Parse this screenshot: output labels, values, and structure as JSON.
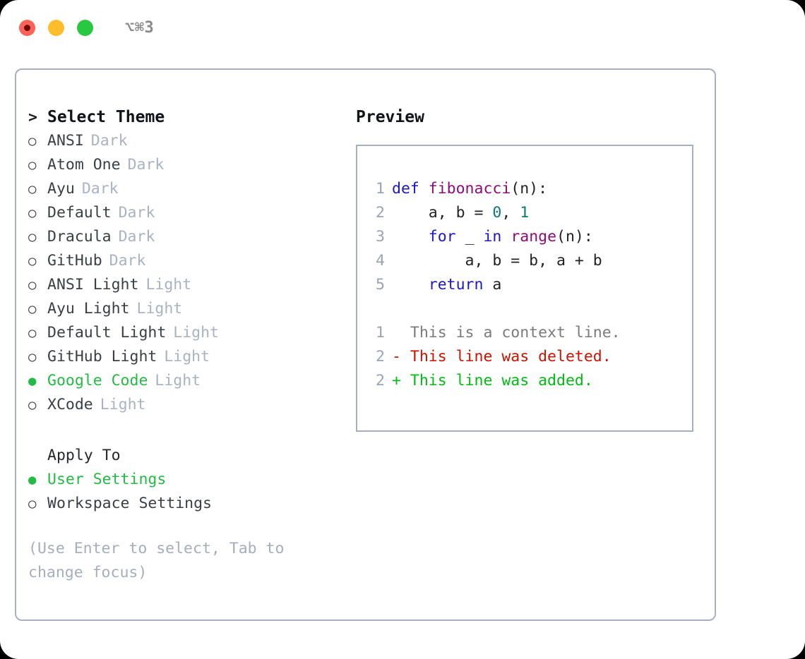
{
  "window": {
    "title": "⌥⌘3",
    "traffic_lights": [
      "close-red",
      "minimize-yellow",
      "maximize-green"
    ]
  },
  "theme_picker": {
    "heading": "Select Theme",
    "heading_marker": ">",
    "marker_selected": "●",
    "marker_unselected": "○",
    "items": [
      {
        "label": "ANSI",
        "tag": "Dark",
        "selected": false
      },
      {
        "label": "Atom One",
        "tag": "Dark",
        "selected": false
      },
      {
        "label": "Ayu",
        "tag": "Dark",
        "selected": false
      },
      {
        "label": "Default",
        "tag": "Dark",
        "selected": false
      },
      {
        "label": "Dracula",
        "tag": "Dark",
        "selected": false
      },
      {
        "label": "GitHub",
        "tag": "Dark",
        "selected": false
      },
      {
        "label": "ANSI Light",
        "tag": "Light",
        "selected": false
      },
      {
        "label": "Ayu Light",
        "tag": "Light",
        "selected": false
      },
      {
        "label": "Default Light",
        "tag": "Light",
        "selected": false
      },
      {
        "label": "GitHub Light",
        "tag": "Light",
        "selected": false
      },
      {
        "label": "Google Code",
        "tag": "Light",
        "selected": true
      },
      {
        "label": "XCode",
        "tag": "Light",
        "selected": false
      }
    ]
  },
  "apply_to": {
    "heading": "Apply To",
    "items": [
      {
        "label": "User Settings",
        "selected": true
      },
      {
        "label": "Workspace Settings",
        "selected": false
      }
    ]
  },
  "hint": "(Use Enter to select, Tab to change focus)",
  "preview": {
    "title": "Preview",
    "code": [
      {
        "n": "1",
        "tokens": [
          {
            "t": "def ",
            "c": "kw"
          },
          {
            "t": "fibonacci",
            "c": "fn"
          },
          {
            "t": "(n):",
            "c": "pl"
          }
        ]
      },
      {
        "n": "2",
        "tokens": [
          {
            "t": "    a, b = ",
            "c": "pl"
          },
          {
            "t": "0",
            "c": "num"
          },
          {
            "t": ", ",
            "c": "pl"
          },
          {
            "t": "1",
            "c": "num"
          }
        ]
      },
      {
        "n": "3",
        "tokens": [
          {
            "t": "    ",
            "c": "pl"
          },
          {
            "t": "for",
            "c": "kw"
          },
          {
            "t": " _ ",
            "c": "pl"
          },
          {
            "t": "in",
            "c": "kw"
          },
          {
            "t": " ",
            "c": "pl"
          },
          {
            "t": "range",
            "c": "fn"
          },
          {
            "t": "(n):",
            "c": "pl"
          }
        ]
      },
      {
        "n": "4",
        "tokens": [
          {
            "t": "        a, b = b, a + b",
            "c": "pl"
          }
        ]
      },
      {
        "n": "5",
        "tokens": [
          {
            "t": "    ",
            "c": "pl"
          },
          {
            "t": "return",
            "c": "kw"
          },
          {
            "t": " a",
            "c": "pl"
          }
        ]
      }
    ],
    "diff": [
      {
        "n": "1",
        "sign": " ",
        "text": "This is a context line.",
        "kind": "d-ctx"
      },
      {
        "n": "2",
        "sign": "-",
        "text": "This line was deleted.",
        "kind": "d-del"
      },
      {
        "n": "2",
        "sign": "+",
        "text": "This line was added.",
        "kind": "d-add"
      }
    ]
  },
  "colors": {
    "accent_green": "#22bb44",
    "tag_gray": "#aab3c2",
    "border": "#a6b0c0",
    "keyword": "#1a18c8",
    "function": "#8e0b7a",
    "number": "#0a7a72",
    "diff_added": "#00bb11",
    "diff_deleted": "#cc1100",
    "diff_context": "#7b7b7b"
  }
}
